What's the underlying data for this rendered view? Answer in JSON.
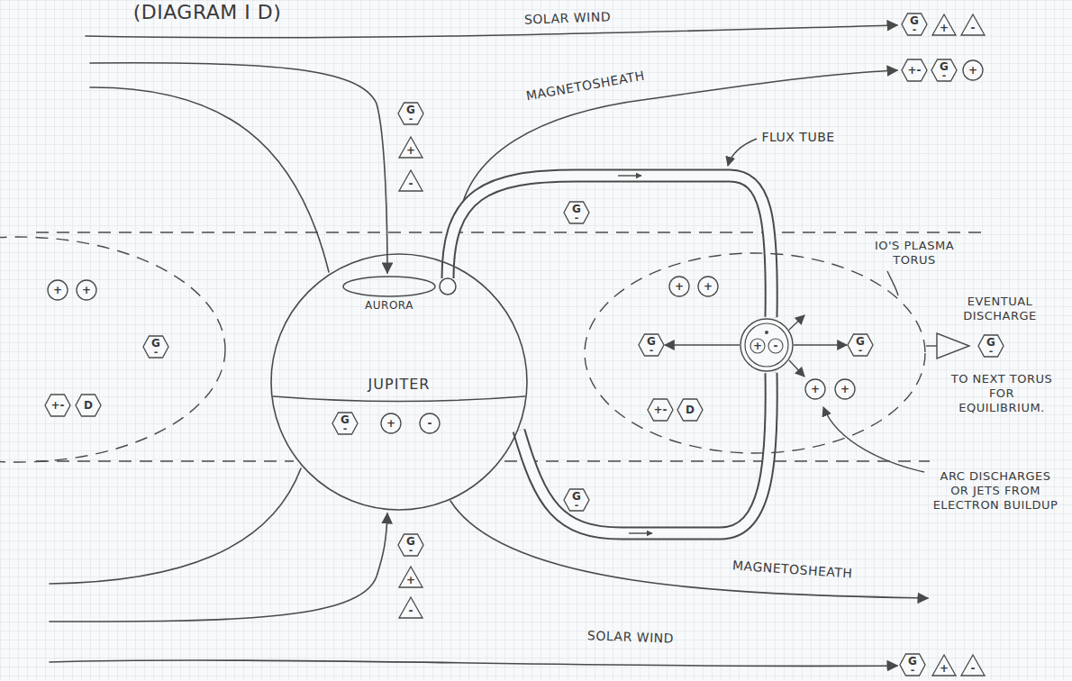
{
  "diagram": {
    "title": "(DIAGRAM I D)",
    "nodes": [
      {
        "text": [
          "G",
          "-"
        ]
      },
      {
        "text": [
          "+"
        ]
      },
      {
        "text": [
          "-"
        ]
      },
      {
        "text": [
          "+-"
        ]
      },
      {
        "text": [
          "G",
          "-"
        ]
      },
      {
        "text": [
          "+"
        ]
      },
      {
        "text": [
          "G",
          "-"
        ]
      },
      {
        "text": [
          "+"
        ]
      },
      {
        "text": [
          "-"
        ]
      },
      {
        "text": [
          "G",
          "-"
        ]
      },
      {
        "text": [
          "IO'S PLASMA TORUS"
        ]
      },
      {
        "text": [
          "JUPITER"
        ]
      },
      {
        "text": [
          "AURORA"
        ],
        "in": 11
      },
      {
        "text": [
          "+"
        ]
      },
      {
        "text": [
          "+"
        ]
      },
      {
        "text": [
          "G",
          "-"
        ]
      },
      {
        "text": [
          "+-"
        ]
      },
      {
        "text": [
          "D"
        ]
      },
      {
        "text": [
          "G",
          "-"
        ],
        "in": 11
      },
      {
        "text": [
          "+"
        ],
        "in": 11
      },
      {
        "text": [
          "-"
        ],
        "in": 11
      },
      {
        "text": [
          "+"
        ],
        "in": 10
      },
      {
        "text": [
          "+"
        ],
        "in": 10
      },
      {
        "text": [
          "G",
          "-"
        ],
        "in": 10
      },
      {
        "text": [
          "+",
          "-"
        ],
        "in": 10
      },
      {
        "text": [
          "G",
          "-"
        ],
        "in": 10
      },
      {
        "text": [
          "+-"
        ],
        "in": 10
      },
      {
        "text": [
          "D"
        ],
        "in": 10
      },
      {
        "text": [
          "+"
        ],
        "in": 10
      },
      {
        "text": [
          "+"
        ],
        "in": 10
      },
      {
        "text": [
          "G",
          "-"
        ]
      },
      {
        "text": [
          "G",
          "-"
        ]
      },
      {
        "text": [
          "G",
          "-"
        ]
      },
      {
        "text": [
          "+"
        ]
      },
      {
        "text": [
          "-"
        ]
      },
      {
        "text": [
          "G",
          "-"
        ]
      },
      {
        "text": [
          "+"
        ]
      },
      {
        "text": [
          "-"
        ]
      }
    ],
    "edges": [
      {
        "from": 24,
        "to": 23,
        "arrow": "to"
      },
      {
        "from": 24,
        "to": 25,
        "arrow": "to"
      }
    ],
    "labels": [
      "SOLAR WIND",
      "MAGNETOSHEATH",
      "FLUX TUBE",
      "EVENTUAL DISCHARGE",
      "TO NEXT TORUS FOR EQUILIBRIUM.",
      "ARC DISCHARGES OR JETS FROM ELECTRON BUILDUP",
      "MAGNETOSHEATH",
      "SOLAR WIND"
    ]
  }
}
